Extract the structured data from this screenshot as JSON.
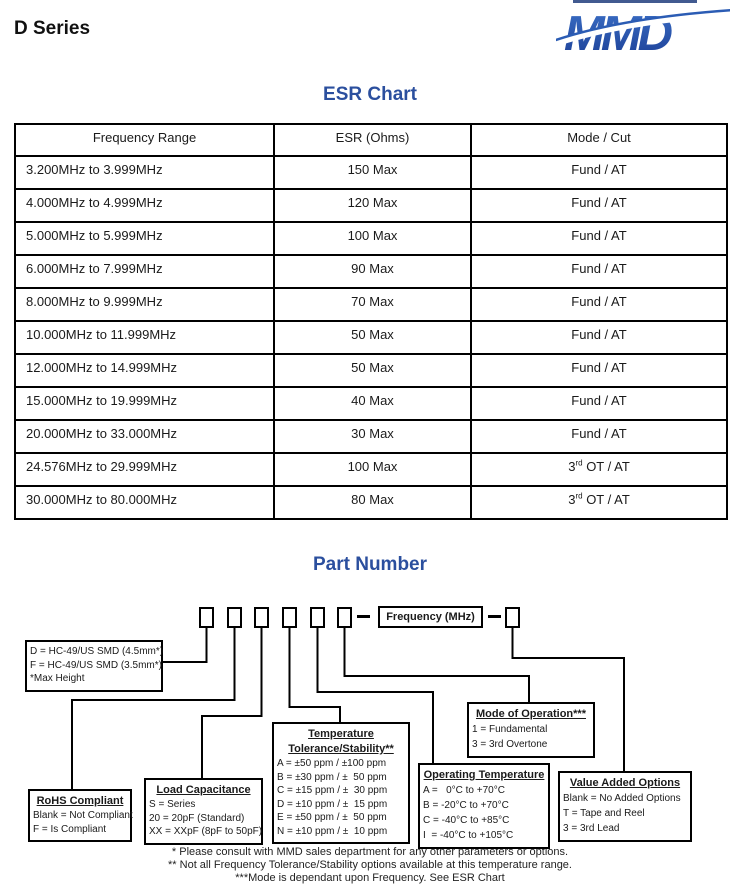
{
  "header": {
    "title": "D Series",
    "logo_text": "MMD"
  },
  "colors": {
    "accent_blue": "#2b4f9e",
    "logo_blue": "#2b5cb4",
    "logo_dark_blue": "#1c3f96"
  },
  "esr_chart": {
    "heading": "ESR Chart",
    "columns": [
      "Frequency Range",
      "ESR (Ohms)",
      "Mode / Cut"
    ],
    "rows": [
      {
        "range": "3.200MHz to 3.999MHz",
        "esr": "150 Max",
        "mode": "Fund / AT"
      },
      {
        "range": "4.000MHz to 4.999MHz",
        "esr": "120 Max",
        "mode": "Fund / AT"
      },
      {
        "range": "5.000MHz to 5.999MHz",
        "esr": "100 Max",
        "mode": "Fund / AT"
      },
      {
        "range": "6.000MHz to 7.999MHz",
        "esr": "90 Max",
        "mode": "Fund / AT"
      },
      {
        "range": "8.000MHz to 9.999MHz",
        "esr": "70 Max",
        "mode": "Fund / AT"
      },
      {
        "range": "10.000MHz to 11.999MHz",
        "esr": "50 Max",
        "mode": "Fund / AT"
      },
      {
        "range": "12.000MHz to 14.999MHz",
        "esr": "50 Max",
        "mode": "Fund / AT"
      },
      {
        "range": "15.000MHz to 19.999MHz",
        "esr": "40 Max",
        "mode": "Fund / AT"
      },
      {
        "range": "20.000MHz to 33.000MHz",
        "esr": "30 Max",
        "mode": "Fund / AT"
      },
      {
        "range": "24.576MHz to 29.999MHz",
        "esr": "100 Max",
        "mode": "3rd OT / AT"
      },
      {
        "range": "30.000MHz to 80.000MHz",
        "esr": "80 Max",
        "mode": "3rd OT / AT"
      }
    ]
  },
  "part_number": {
    "heading": "Part Number",
    "frequency_label": "Frequency (MHz)",
    "boxes": {
      "package": {
        "lines": [
          "D = HC-49/US SMD (4.5mm*)",
          "F = HC-49/US SMD (3.5mm*)",
          "*Max Height"
        ]
      },
      "rohs": {
        "title": "RoHS Compliant",
        "lines": [
          "Blank = Not Compliant",
          "F = Is Compliant"
        ]
      },
      "load_capacitance": {
        "title": "Load Capacitance",
        "lines": [
          "S = Series",
          "20 = 20pF (Standard)",
          "XX = XXpF (8pF to 50pF)"
        ]
      },
      "temperature": {
        "title_line1": "Temperature",
        "title_line2": "Tolerance/Stability**",
        "lines": [
          "A = ±50 ppm / ±100 ppm",
          "B = ±30 ppm / ±  50 ppm",
          "C = ±15 ppm / ±  30 ppm",
          "D = ±10 ppm / ±  15 ppm",
          "E = ±50 ppm / ±  50 ppm",
          "N = ±10 ppm / ±  10 ppm"
        ]
      },
      "operating_temperature": {
        "title": "Operating Temperature",
        "lines": [
          "A =   0°C to +70°C",
          "B = -20°C to +70°C",
          "C = -40°C to +85°C",
          "I  = -40°C to +105°C"
        ]
      },
      "mode_of_operation": {
        "title": "Mode of Operation***",
        "lines": [
          "1 = Fundamental",
          "3 = 3rd Overtone"
        ]
      },
      "value_added": {
        "title": "Value Added Options",
        "lines": [
          "Blank = No Added Options",
          "T = Tape and Reel",
          "3 = 3rd Lead"
        ]
      }
    },
    "notes": [
      "* Please consult with MMD sales department for any other parameters or options.",
      "** Not all Frequency Tolerance/Stability options available at this temperature range.",
      "***Mode is dependant upon Frequency. See ESR Chart"
    ]
  }
}
